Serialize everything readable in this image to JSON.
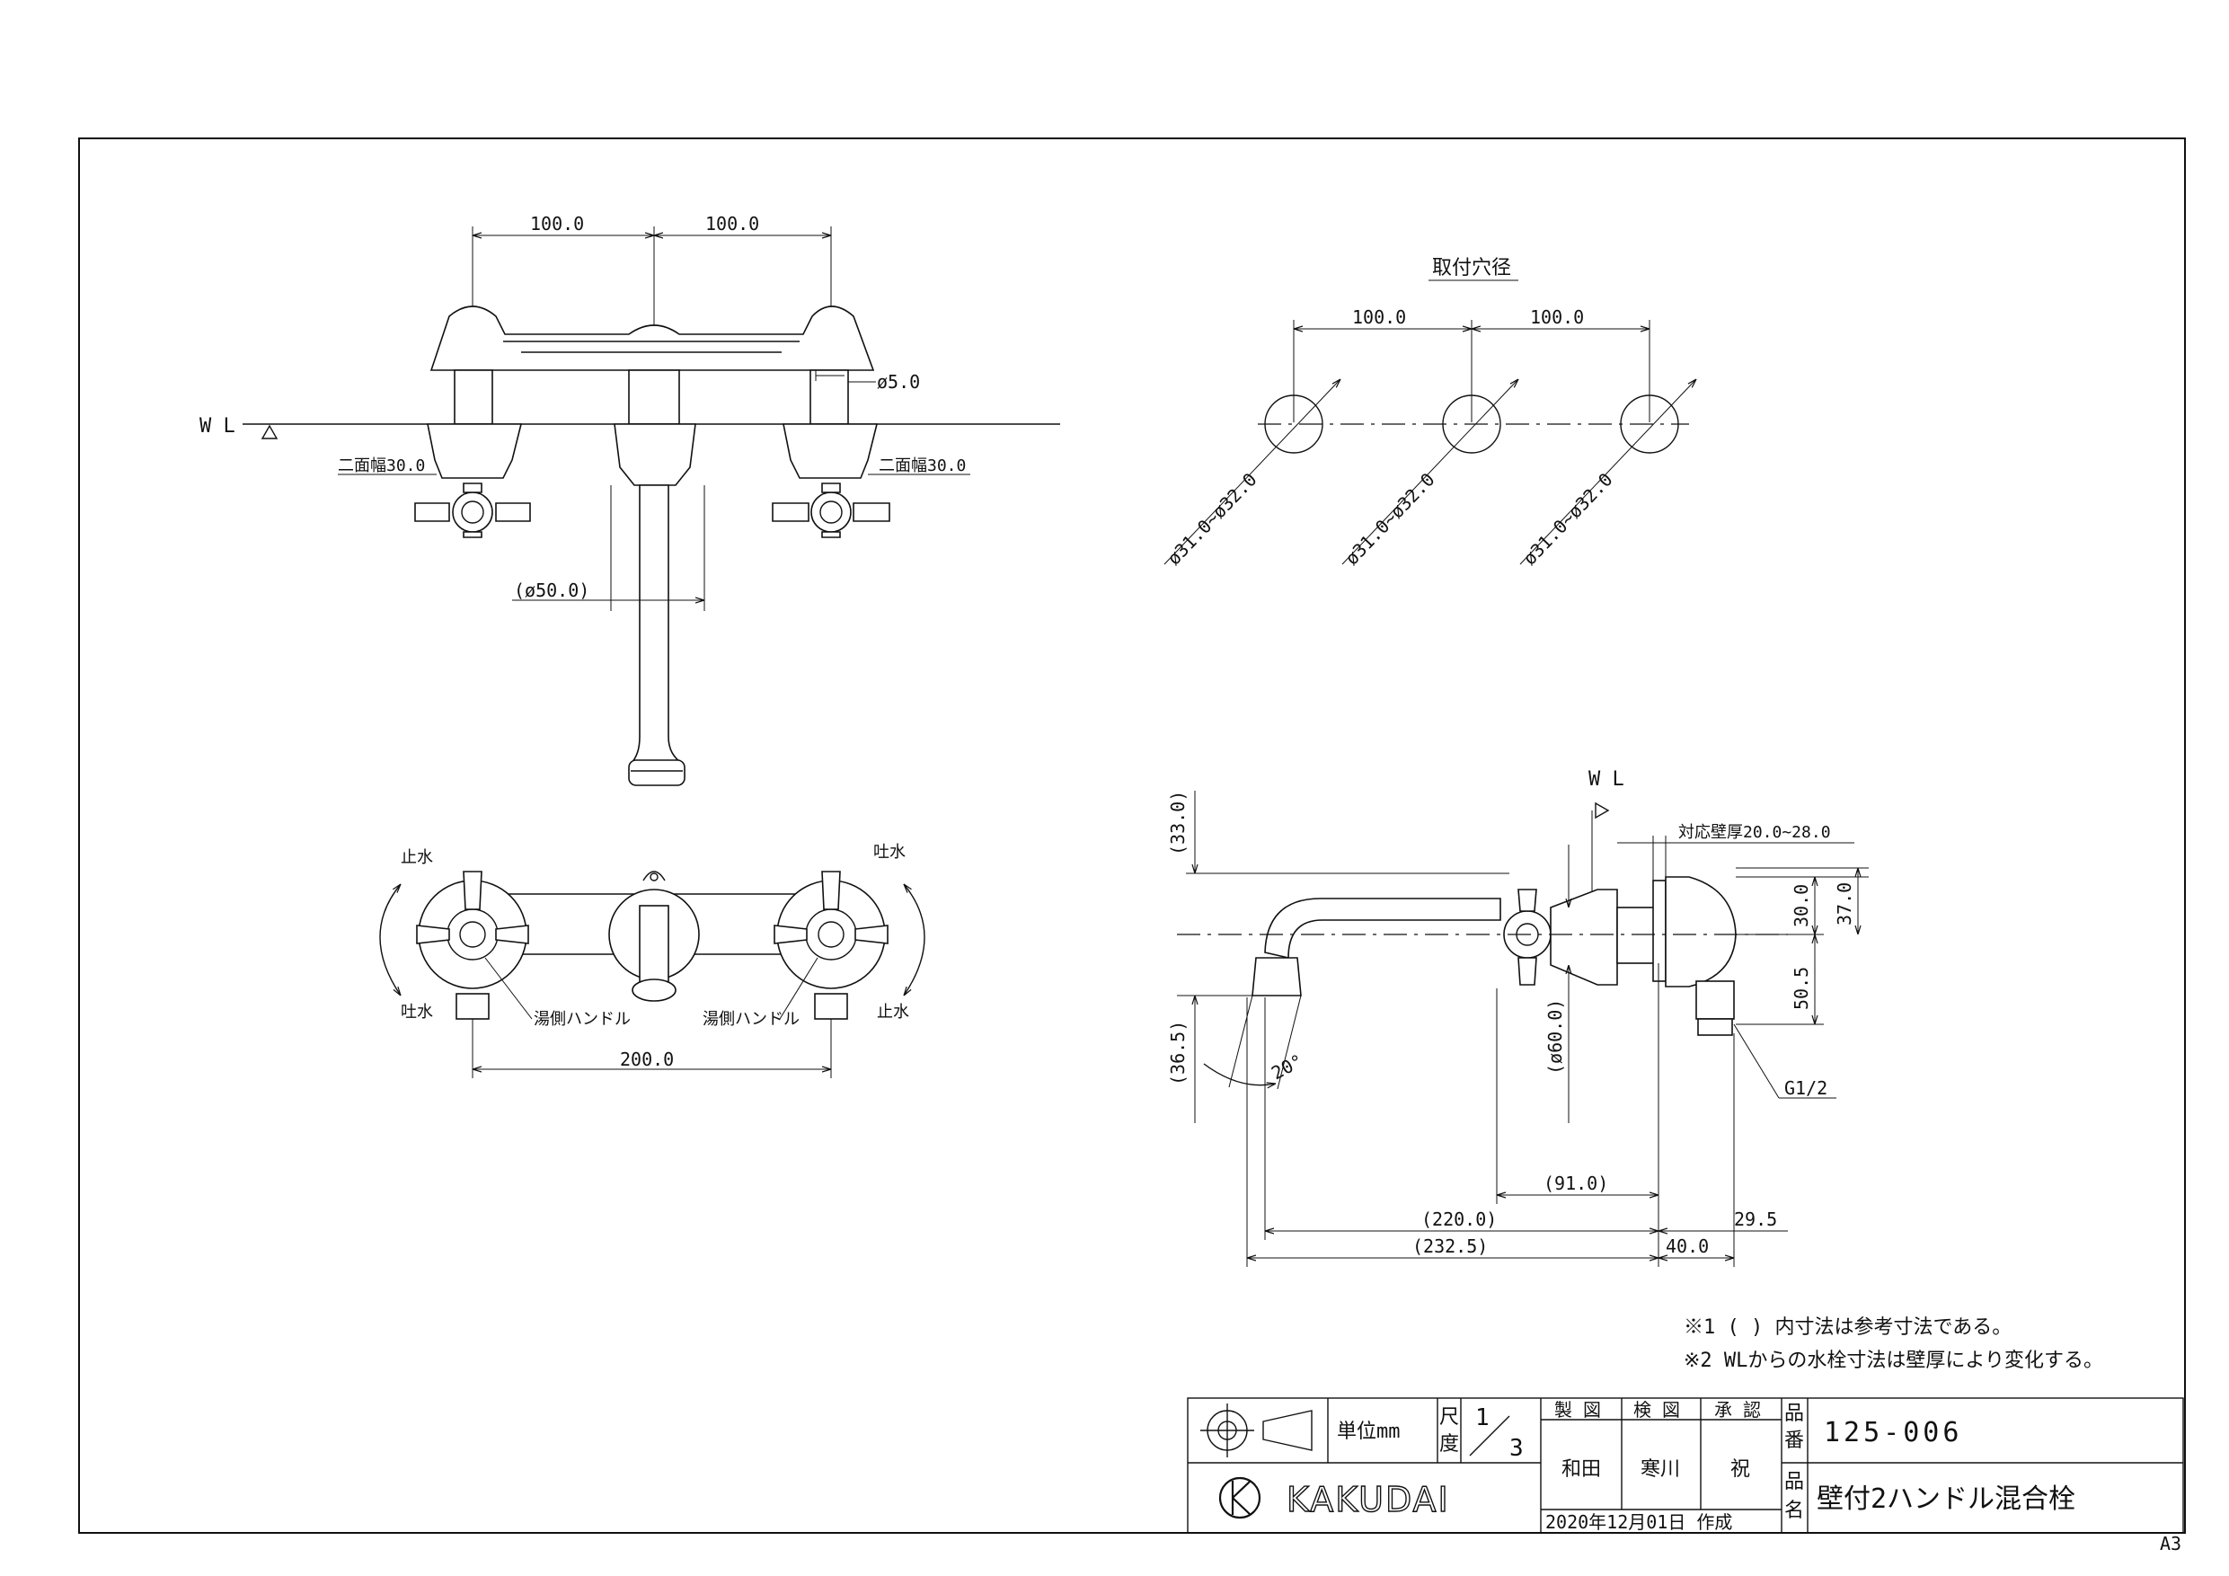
{
  "front_view": {
    "dim_top_left": "100.0",
    "dim_top_right": "100.0",
    "wl_label": "W L",
    "hole_dim": "ø5.0",
    "flat_width_left": "二面幅30.0",
    "flat_width_right": "二面幅30.0",
    "spout_dia": "(ø50.0)"
  },
  "top_view": {
    "stop_left": "止水",
    "stop_right": "吐水",
    "spout_left": "吐水",
    "spout_right": "止水",
    "hot_handle_left": "湯側ハンドル",
    "hot_handle_right": "湯側ハンドル",
    "width_dim": "200.0"
  },
  "mounting_holes": {
    "title": "取付穴径",
    "pitch_left": "100.0",
    "pitch_right": "100.0",
    "hole_dia_1": "ø31.0~ø32.0",
    "hole_dia_2": "ø31.0~ø32.0",
    "hole_dia_3": "ø31.0~ø32.0"
  },
  "side_view": {
    "wl_label": "W L",
    "wall_thickness": "対応壁厚20.0~28.0",
    "dim_33": "(33.0)",
    "dim_36_5": "(36.5)",
    "dim_angle": "20°",
    "dim_60": "(ø60.0)",
    "dim_30": "30.0",
    "dim_37": "37.0",
    "dim_50_5": "50.5",
    "thread": "G1/2",
    "dim_91": "(91.0)",
    "dim_220": "(220.0)",
    "dim_232_5": "(232.5)",
    "dim_29_5": "29.5",
    "dim_40": "40.0"
  },
  "notes": {
    "note1": "※1 ( ) 内寸法は参考寸法である。",
    "note2": "※2 WLからの水栓寸法は壁厚により変化する。"
  },
  "title_block": {
    "unit_label": "単位mm",
    "scale_label_a": "尺",
    "scale_label_b": "度",
    "scale_num": "1",
    "scale_den": "3",
    "drawn_label": "製 図",
    "checked_label": "検 図",
    "approved_label": "承 認",
    "drawn_by": "和田",
    "checked_by": "寒川",
    "approved_by": "祝",
    "date": "2020年12月01日 作成",
    "part_no_label_a": "品",
    "part_no_label_b": "番",
    "part_no": "125-006",
    "name_label_a": "品",
    "name_label_b": "名",
    "part_name": "壁付2ハンドル混合栓",
    "company": "KAKUDAI",
    "sheet_size": "A3"
  }
}
